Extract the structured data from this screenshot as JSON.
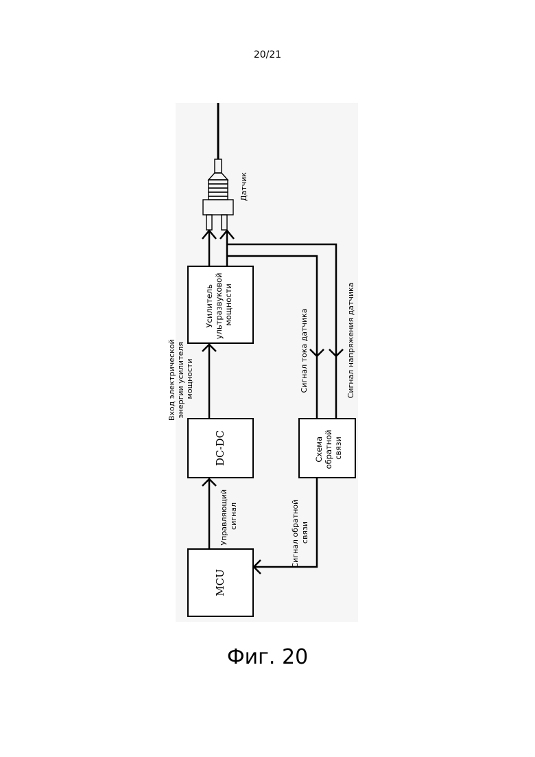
{
  "page_number": "20/21",
  "caption": "Фиг. 20",
  "blocks": {
    "mcu": "MCU",
    "dcdc": "DC-DC",
    "amplifier": [
      "Усилитель",
      "ультразвуковой",
      "мощности"
    ],
    "feedback_circuit": [
      "Схема",
      "обратной",
      "связи"
    ]
  },
  "labels": {
    "sensor": "Датчик",
    "control_signal": [
      "Управляющий",
      "сигнал"
    ],
    "power_input": [
      "Вход электрической",
      "энергии усилителя",
      "мощности"
    ],
    "sensor_current": "Сигнал тока датчика",
    "sensor_voltage": "Сигнал напряжения датчика",
    "feedback_signal": [
      "Сигнал обратной",
      "связи"
    ]
  }
}
